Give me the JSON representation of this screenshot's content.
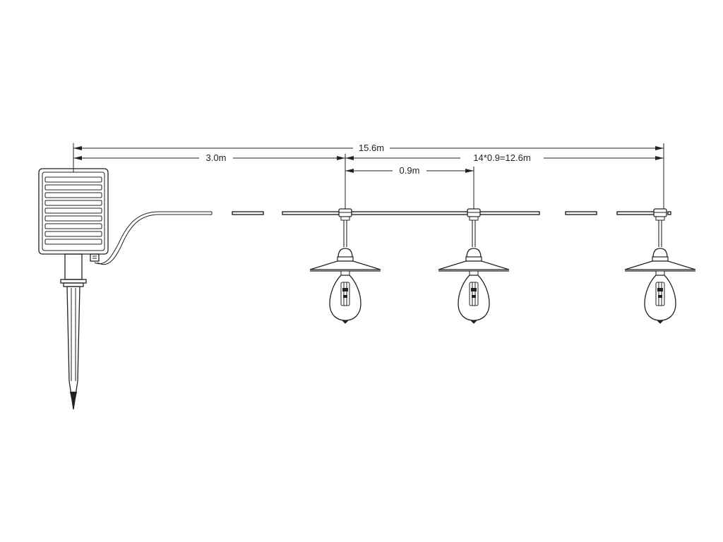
{
  "diagram": {
    "colors": {
      "line": "#222222",
      "background": "#ffffff"
    },
    "dimensions": {
      "total": "15.6m",
      "lead_cable": "3.0m",
      "bulb_spacing": "0.9m",
      "bulb_run": "14*0.9=12.6m"
    },
    "components": {
      "solar_panel": "solar-panel-icon",
      "ground_stake": "ground-stake-icon",
      "bulbs": [
        "lantern-bulb-icon",
        "lantern-bulb-icon",
        "lantern-bulb-icon"
      ]
    }
  }
}
